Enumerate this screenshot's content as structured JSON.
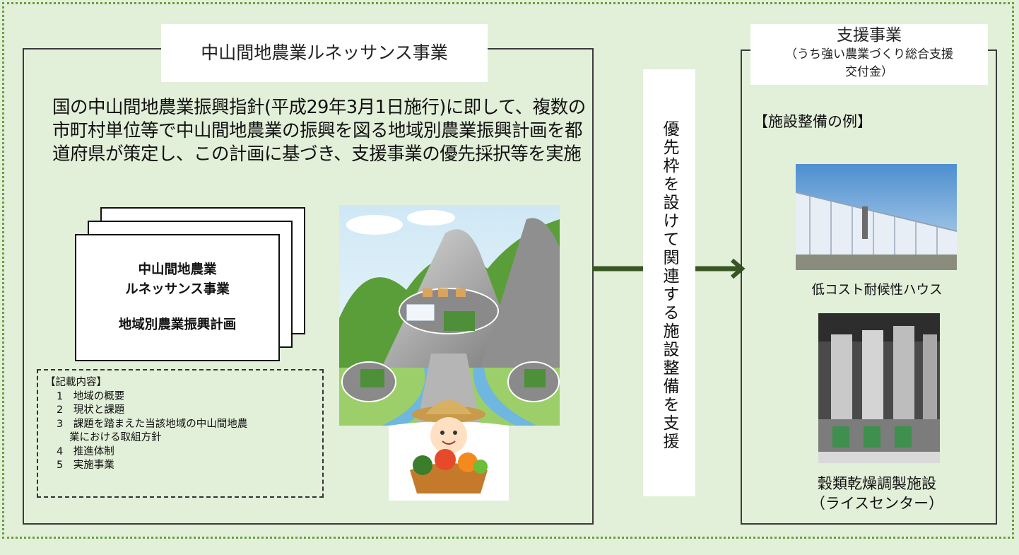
{
  "left_panel": {
    "title": "中山間地農業ルネッサンス事業",
    "description": "国の中山間地農業振興指針(平成29年3月1日施行)に即して、複数の市町村単位等で中山間地農業の振興を図る地域別農業振興計画を都道府県が策定し、この計画に基づき、支援事業の優先採択等を実施",
    "document": {
      "line1": "中山間地農業",
      "line2": "ルネッサンス事業",
      "line3": "地域別農業振興計画"
    },
    "contents_box": {
      "heading": "【記載内容】",
      "items": [
        "1　地域の概要",
        "2　現状と課題",
        "3　課題を踏まえた当該地域の中山間地農",
        "業における取組方針",
        "4　推進体制",
        "5　実施事業"
      ]
    }
  },
  "connector": {
    "label": "優先枠を設けて関連する施設整備を支援",
    "color": "#375623"
  },
  "right_panel": {
    "title_line1": "支援事業",
    "title_line2": "（うち強い農業づくり総合支援",
    "title_line3": "交付金）",
    "section_heading": "【施設整備の例】",
    "photo1_caption": "低コスト耐候性ハウス",
    "photo2_caption_line1": "穀類乾燥調製施設",
    "photo2_caption_line2": "（ライスセンター）"
  },
  "colors": {
    "background": "#e2efd9",
    "outer_dotted_border": "#6a9e3c",
    "arrow": "#375623"
  }
}
